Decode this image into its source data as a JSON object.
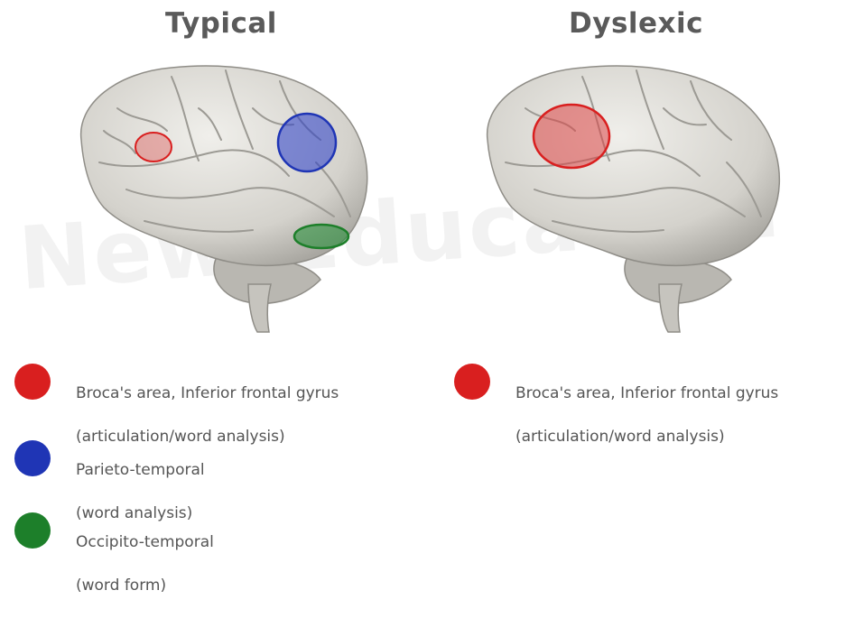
{
  "panels": {
    "typical": {
      "title": "Typical"
    },
    "dyslexic": {
      "title": "Dyslexic"
    }
  },
  "watermark": "New_Education",
  "legend": {
    "typical": [
      {
        "line1": "Broca's area, Inferior frontal gyrus",
        "line2": "(articulation/word analysis)",
        "color": "#d91f1f"
      },
      {
        "line1": "Parieto-temporal",
        "line2": "(word analysis)",
        "color": "#1f35b5"
      },
      {
        "line1": "Occipito-temporal",
        "line2": "(word form)",
        "color": "#1d7f2a"
      }
    ],
    "dyslexic": [
      {
        "line1": "Broca's area, Inferior frontal gyrus",
        "line2": "(articulation/word analysis)",
        "color": "#d91f1f"
      }
    ]
  },
  "colors": {
    "title": "#5a5a5a",
    "brain": "#d9d7d2",
    "broca": "#d91f1f",
    "parieto": "#1f35b5",
    "occipito": "#1d7f2a"
  }
}
